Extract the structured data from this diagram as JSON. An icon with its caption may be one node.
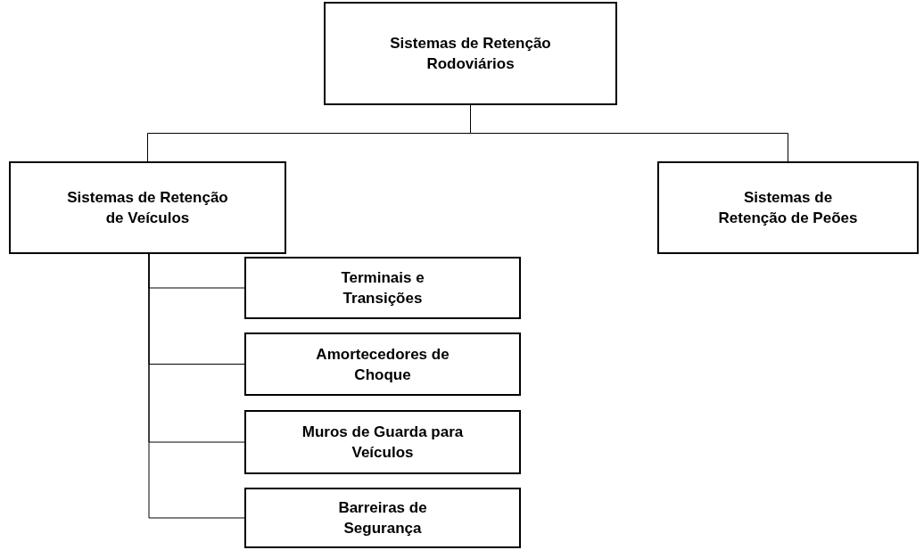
{
  "diagram": {
    "nodes": [
      {
        "text": [
          "Sistemas de Retenção Rodoviários"
        ]
      },
      {
        "text": [
          "Sistemas de Retenção de Veículos"
        ]
      },
      {
        "text": [
          "Sistemas de Retenção de Peões"
        ]
      },
      {
        "text": [
          "Terminais e Transições"
        ]
      },
      {
        "text": [
          "Amortecedores de Choque"
        ]
      },
      {
        "text": [
          "Muros de Guarda para Veículos"
        ]
      },
      {
        "text": [
          "Barreiras de Segurança"
        ]
      }
    ],
    "edges": [
      {
        "from": 0,
        "to": 1,
        "arrow": "none"
      },
      {
        "from": 0,
        "to": 2,
        "arrow": "none"
      },
      {
        "from": 1,
        "to": 3,
        "arrow": "none"
      },
      {
        "from": 1,
        "to": 4,
        "arrow": "none"
      },
      {
        "from": 1,
        "to": 5,
        "arrow": "none"
      },
      {
        "from": 1,
        "to": 6,
        "arrow": "none"
      }
    ]
  }
}
